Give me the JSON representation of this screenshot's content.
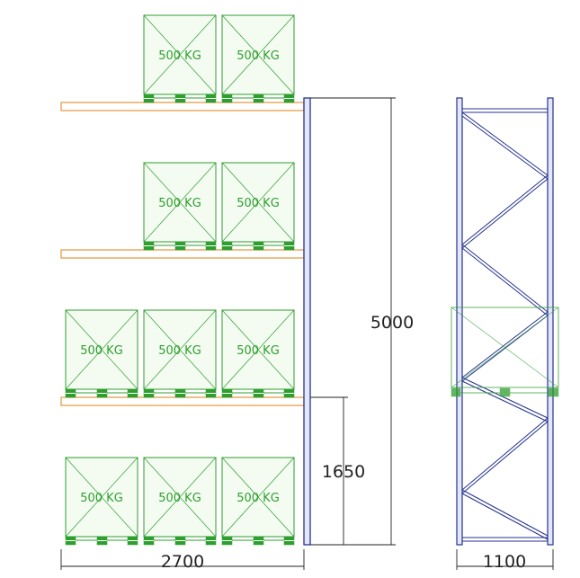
{
  "pallet_load_label": "500  KG",
  "dimensions": {
    "total_height": "5000",
    "first_beam_height": "1650",
    "bay_width": "2700",
    "frame_depth": "1100"
  },
  "colors": {
    "pallet": "#2e9e2e",
    "pallet_fill": "#f4fcf2",
    "beam": "#e3963a",
    "upright": "#26328f",
    "upright_fill": "#e4e7fb",
    "dimension": "#222222"
  }
}
